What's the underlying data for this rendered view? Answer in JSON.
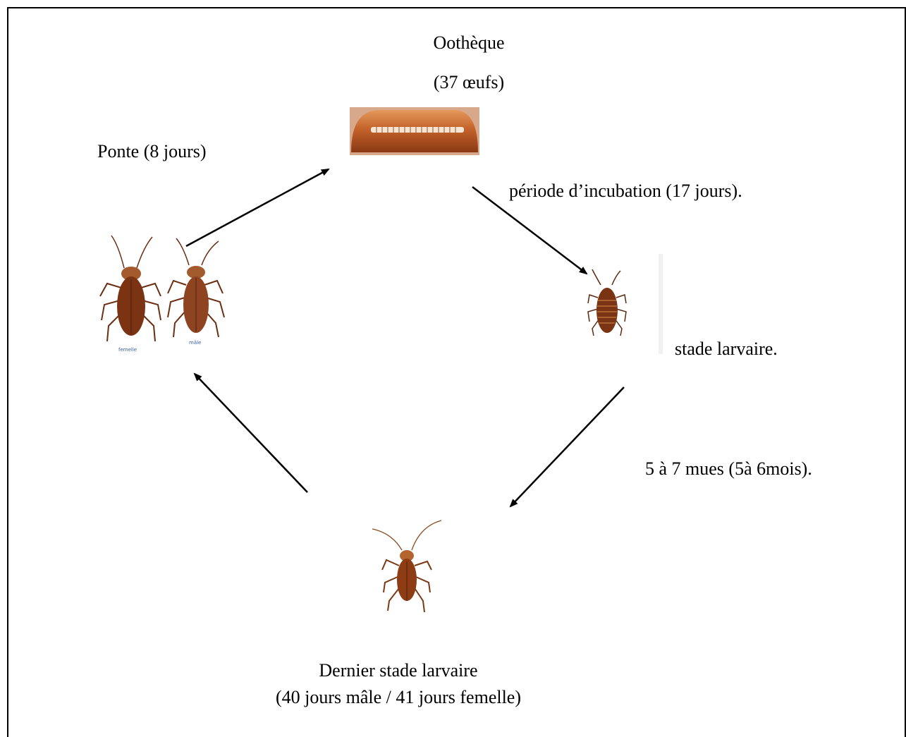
{
  "labels": {
    "ootheque_title": "Oothèque",
    "ootheque_count": "(37 œufs)",
    "ponte": "Ponte (8 jours)",
    "incubation": "période d’incubation (17  jours).",
    "larval_stage": "stade larvaire.",
    "molts": "5 à 7 mues (5à 6mois).",
    "last_stage_title": "Dernier stade larvaire",
    "last_stage_duration": "(40 jours mâle / 41 jours femelle)"
  },
  "adults_captions": {
    "female": "femelle",
    "male": "mâle"
  },
  "colors": {
    "roach_dark": "#6b2e12",
    "roach_mid": "#8e4420",
    "roach_light": "#b86b3a",
    "ootheque": "#c4622a",
    "ootheque_light": "#e49a5c",
    "line": "#000000"
  }
}
